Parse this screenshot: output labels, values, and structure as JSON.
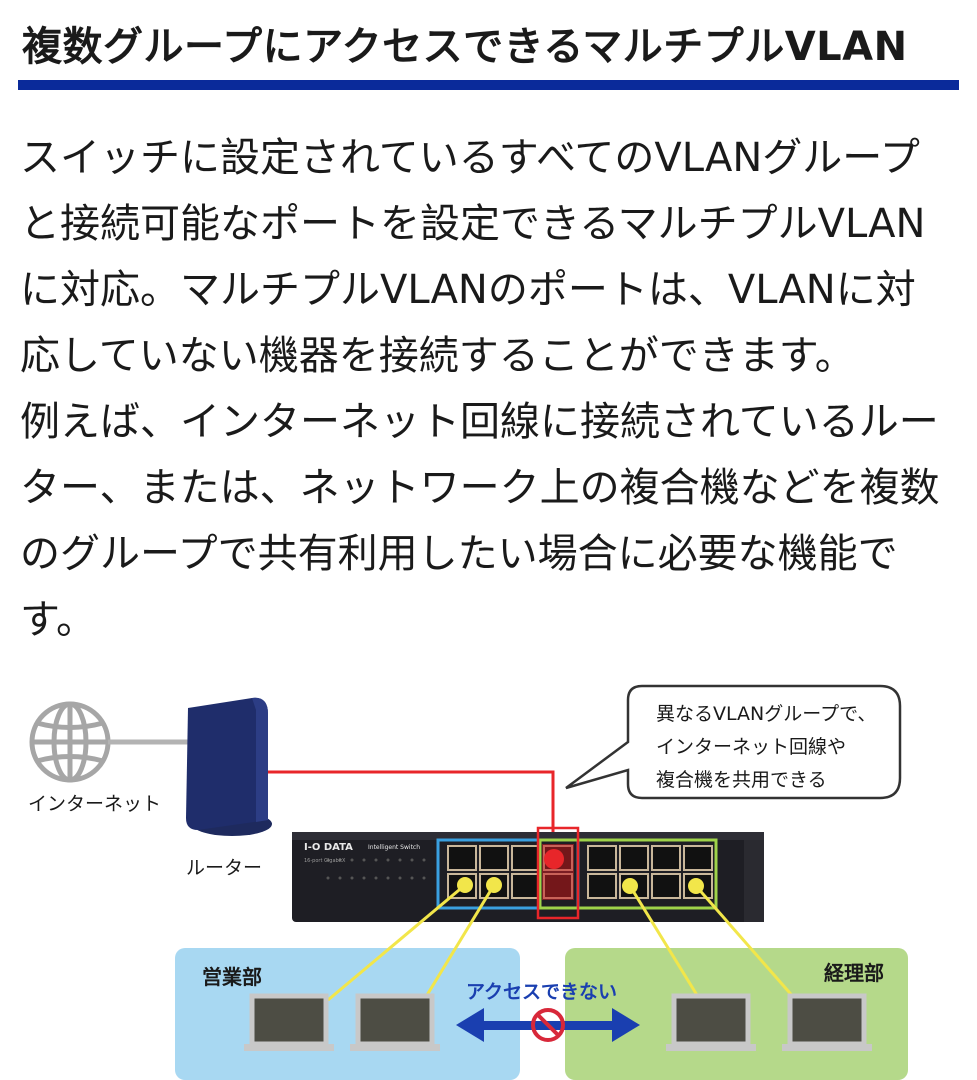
{
  "header": {
    "title": "複数グループにアクセスできるマルチプルVLAN"
  },
  "description": {
    "lines": [
      "スイッチに設定されているすべてのVLANグループ",
      "と接続可能なポートを設定できるマルチプルVLAN",
      "に対応。マルチプルVLANのポートは、VLANに対",
      "応していない機器を接続することができます。",
      "例えば、インターネット回線に接続されているルー",
      "ター、または、ネットワーク上の複合機などを複数",
      "のグループで共有利用したい場合に必要な機能で",
      "す。"
    ]
  },
  "diagram": {
    "internet_label": "インターネット",
    "router_label": "ルーター",
    "callout_lines": [
      "異なるVLANグループで、",
      "インターネット回線や",
      "複合機を共用できる"
    ],
    "switch_brand": "I-O DATA",
    "switch_badge": "Intelligent Switch",
    "switch_model": "16-port GigabitX",
    "group_left_label": "営業部",
    "group_right_label": "経理部",
    "no_access_label": "アクセスできない",
    "icons": [
      "globe-icon",
      "router-icon",
      "switch-icon",
      "laptop-icon",
      "no-entry-icon",
      "double-arrow-icon"
    ],
    "colors": {
      "accent_rule": "#0a2a9a",
      "router_line": "#e8262a",
      "device_line": "#f2e64a",
      "vlan_left_box": "#3aa0e0",
      "vlan_right_box": "#9fd34a",
      "group_left_bg": "#a8d8f2",
      "group_right_bg": "#b5d98a",
      "arrow": "#1a3fb0",
      "no_entry": "#d8283a"
    }
  }
}
